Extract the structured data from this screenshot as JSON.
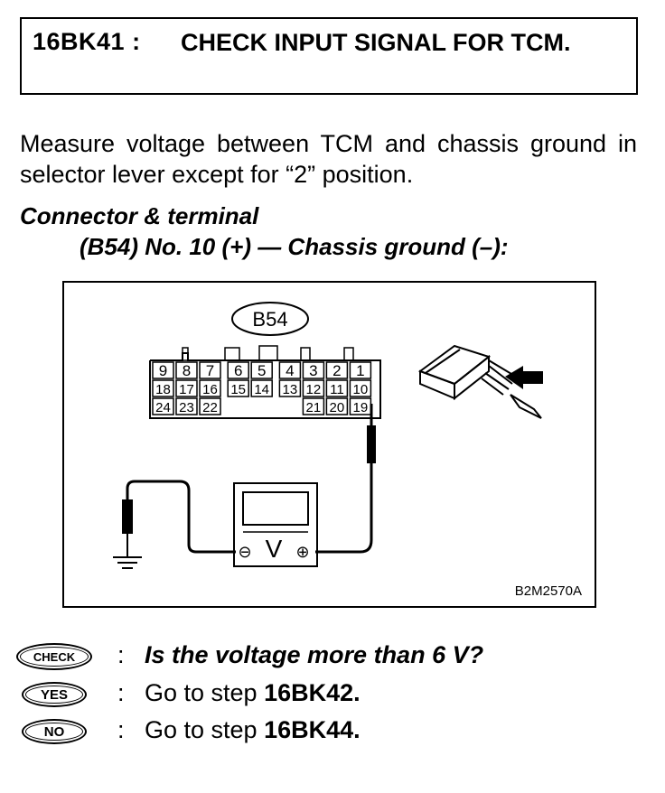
{
  "step": {
    "code": "16BK41 :",
    "title": "CHECK INPUT SIGNAL FOR TCM."
  },
  "instruction": "Measure voltage between TCM and chassis ground in selector lever except for “2” position.",
  "connector": {
    "heading": "Connector & terminal",
    "detail": "(B54) No. 10 (+) — Chassis ground (–):"
  },
  "figure": {
    "connector_label": "B54",
    "terminal_rows": [
      [
        "9",
        "8",
        "7",
        "6",
        "5",
        "4",
        "3",
        "2",
        "1"
      ],
      [
        "18",
        "17",
        "16",
        "15",
        "14",
        "13",
        "12",
        "11",
        "10"
      ],
      [
        "24",
        "23",
        "22",
        "21",
        "20",
        "19"
      ]
    ],
    "meter_symbol": "V",
    "minus_symbol": "⊖",
    "plus_symbol": "⊕",
    "figure_id": "B2M2570A"
  },
  "checks": [
    {
      "badge": "CHECK",
      "colon": ":",
      "text": "Is the voltage more than 6 V?"
    },
    {
      "badge": "YES",
      "colon": ":",
      "prefix": "Go to step ",
      "target": "16BK42."
    },
    {
      "badge": "NO",
      "colon": ":",
      "prefix": "Go to step ",
      "target": "16BK44."
    }
  ]
}
